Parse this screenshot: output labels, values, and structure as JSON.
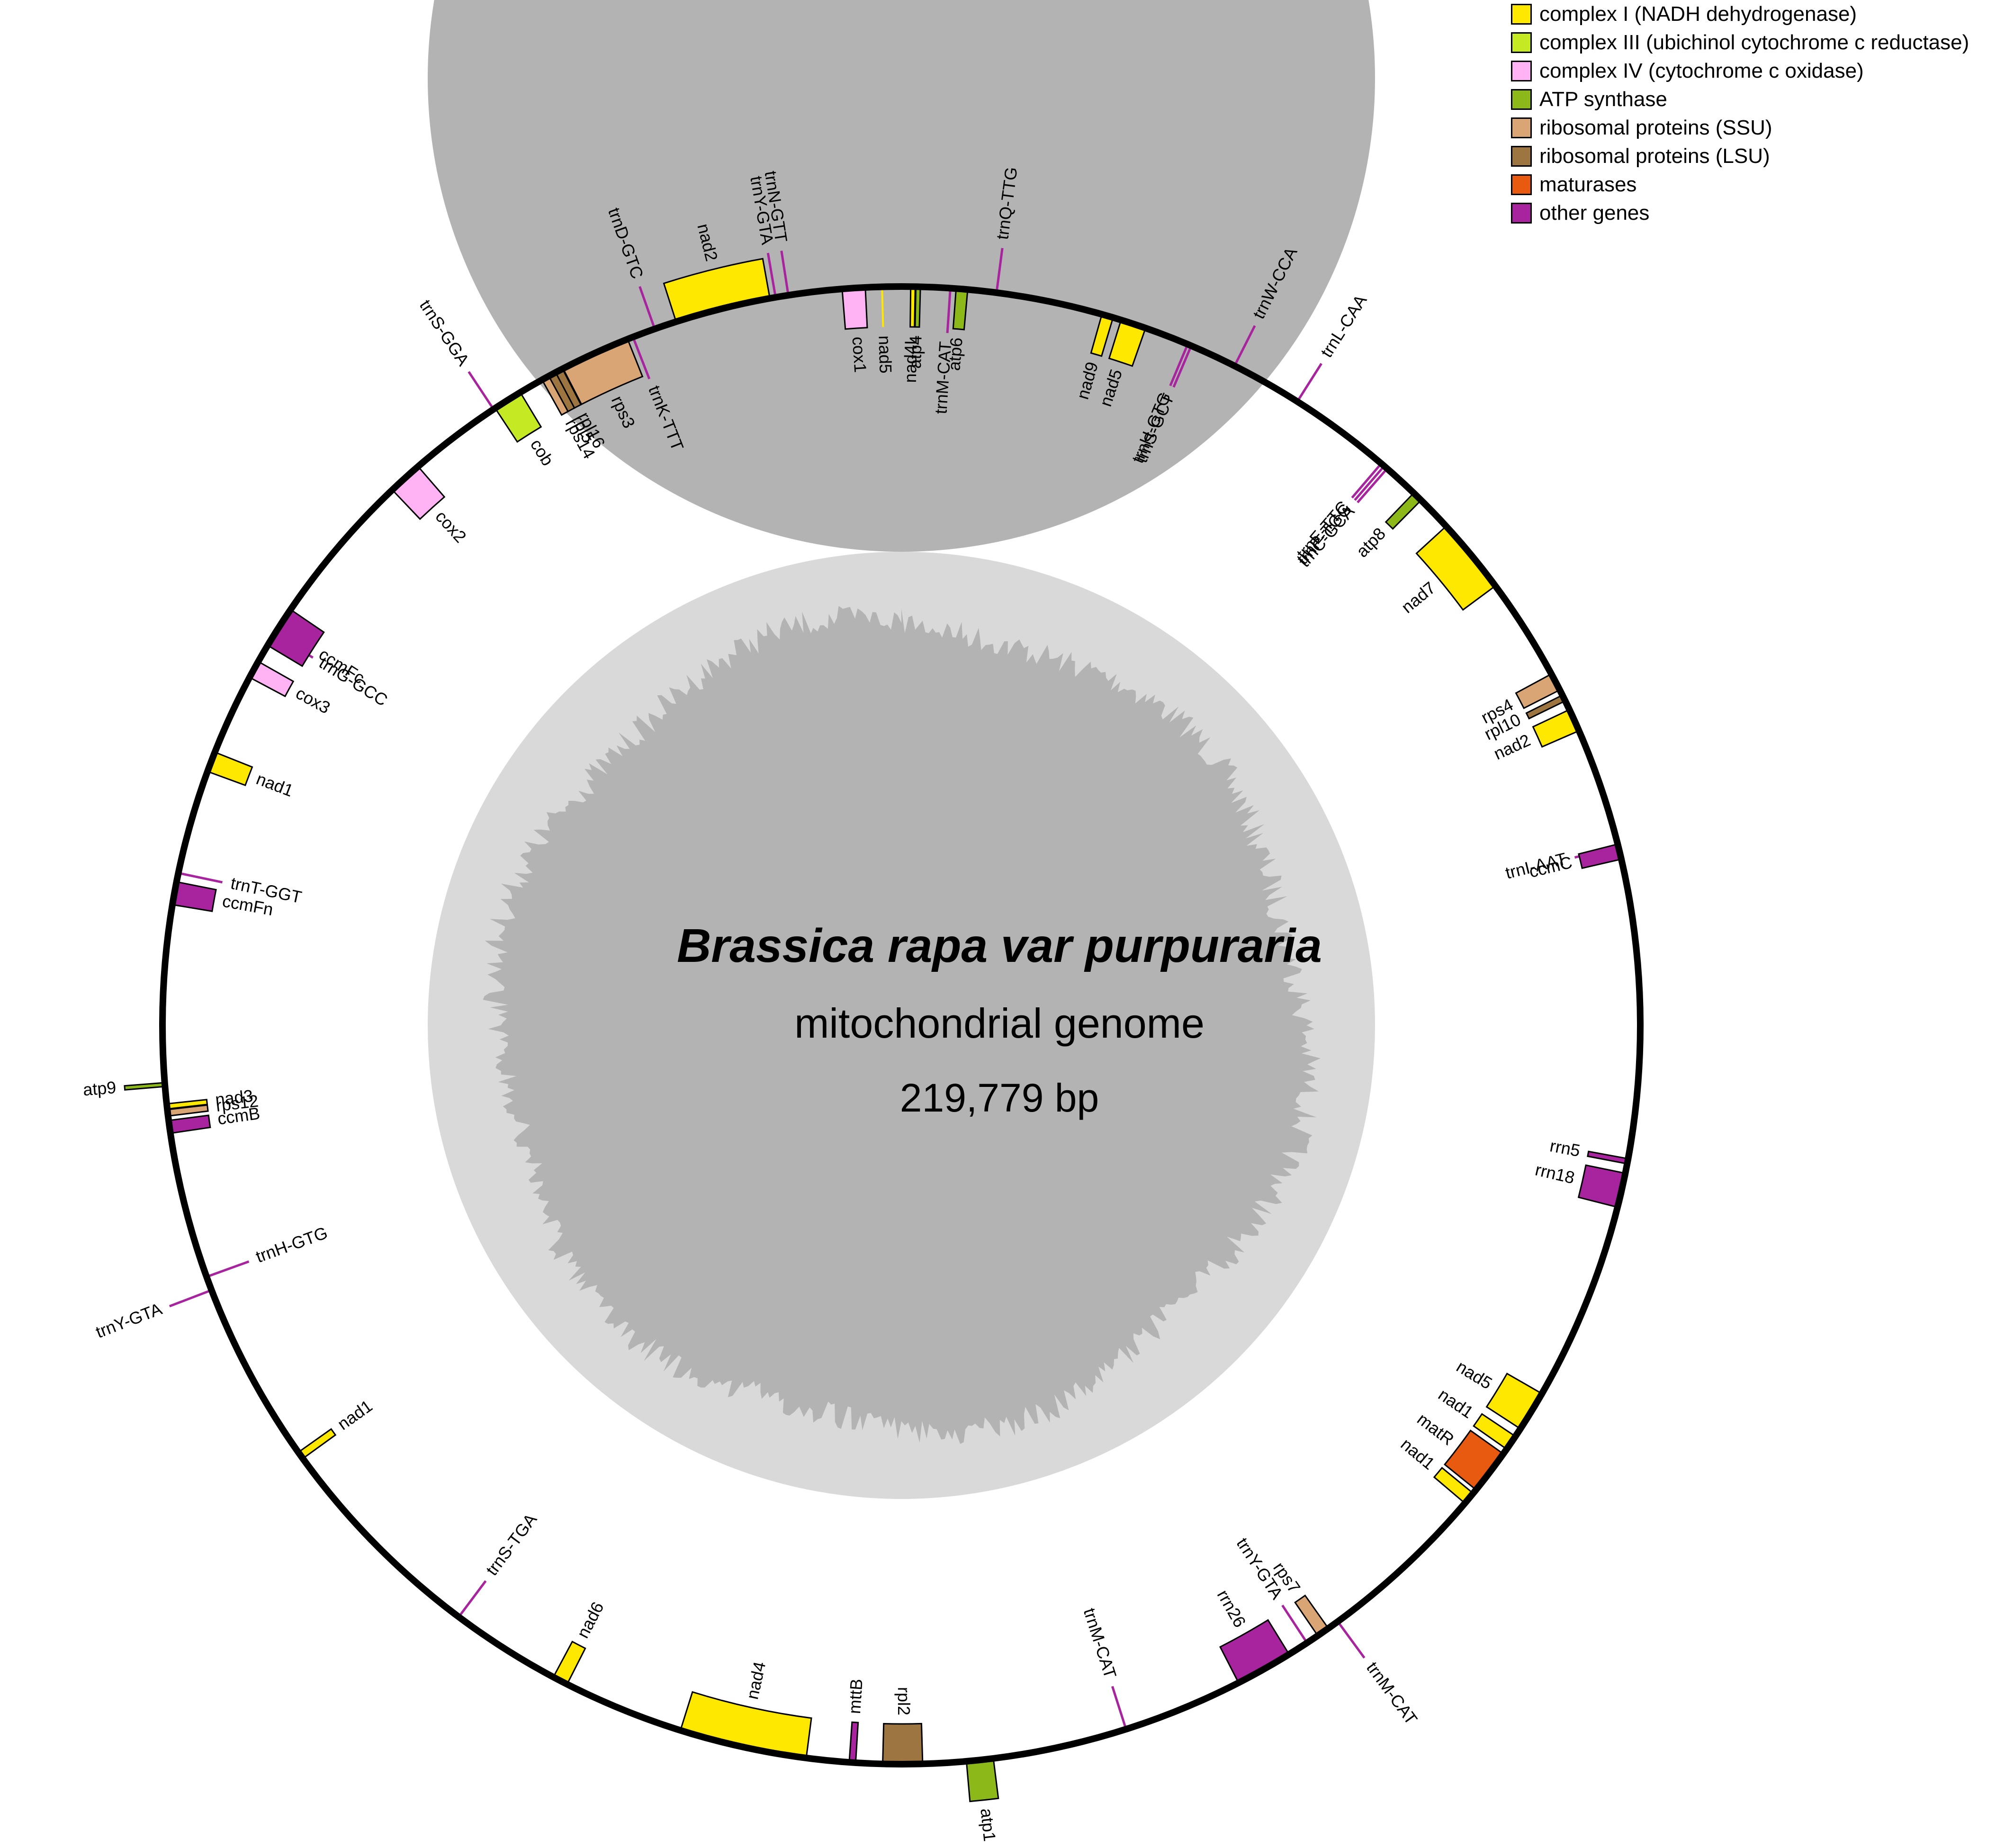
{
  "title": "Brassica rapa var purpuraria",
  "subtitle": "mitochondrial genome",
  "genome_size": "219,779 bp",
  "legend": [
    {
      "label": "complex I (NADH dehydrogenase)",
      "color": "#ffe800"
    },
    {
      "label": "complex III (ubichinol cytochrome c reductase)",
      "color": "#c5ea23"
    },
    {
      "label": "complex IV (cytochrome c oxidase)",
      "color": "#ffb3f5"
    },
    {
      "label": "ATP synthase",
      "color": "#8cb919"
    },
    {
      "label": "ribosomal proteins (SSU)",
      "color": "#d9a574"
    },
    {
      "label": "ribosomal proteins (LSU)",
      "color": "#9c7541"
    },
    {
      "label": "maturases",
      "color": "#e85a10"
    },
    {
      "label": "other genes",
      "color": "#a8249e"
    }
  ],
  "colors": {
    "complex_I": "#ffe800",
    "complex_III": "#c5ea23",
    "complex_IV": "#ffb3f5",
    "atp": "#8cb919",
    "ssu": "#d9a574",
    "lsu": "#9c7541",
    "maturase": "#e85a10",
    "other": "#a8249e",
    "gc_dark": "#b3b3b3",
    "gc_light": "#d9d9d9"
  },
  "genes": [
    {
      "name": "cox1",
      "angle": 356.3,
      "span": 1.8,
      "side": "in",
      "cat": "complex_IV"
    },
    {
      "name": "nad5",
      "angle": 358.5,
      "span": 0.1,
      "side": "in",
      "cat": "complex_I"
    },
    {
      "name": "nad4L",
      "angle": 0.9,
      "span": 0.35,
      "side": "in",
      "cat": "complex_I"
    },
    {
      "name": "atp4",
      "angle": 1.3,
      "span": 0.35,
      "side": "in",
      "cat": "atp"
    },
    {
      "name": "trnM-CAT",
      "angle": 3.8,
      "span": 0.15,
      "side": "in",
      "cat": "other"
    },
    {
      "name": "atp6",
      "angle": 4.7,
      "span": 0.9,
      "side": "in",
      "cat": "atp"
    },
    {
      "name": "trnQ-TTG",
      "angle": 7.4,
      "span": 0.15,
      "side": "out",
      "cat": "other"
    },
    {
      "name": "nad9",
      "angle": 16.2,
      "span": 0.9,
      "side": "in",
      "cat": "complex_I"
    },
    {
      "name": "nad5",
      "angle": 18.3,
      "span": 2.0,
      "side": "in",
      "cat": "complex_I"
    },
    {
      "name": "trnH-GTG",
      "angle": 22.8,
      "span": 0.1,
      "side": "in",
      "cat": "other"
    },
    {
      "name": "trnS-GCT",
      "angle": 23.1,
      "span": 0.1,
      "side": "in",
      "cat": "other"
    },
    {
      "name": "trnW-CCA",
      "angle": 26.8,
      "span": 0.15,
      "side": "out",
      "cat": "other"
    },
    {
      "name": "trnL-CAA",
      "angle": 32.4,
      "span": 0.15,
      "side": "out",
      "cat": "other"
    },
    {
      "name": "trnE-TTC",
      "angle": 40.5,
      "span": 0.1,
      "side": "in",
      "cat": "other"
    },
    {
      "name": "trnP-TGG",
      "angle": 40.8,
      "span": 0.1,
      "side": "in",
      "cat": "other"
    },
    {
      "name": "trnC-GCA",
      "angle": 41.1,
      "span": 0.1,
      "side": "in",
      "cat": "other"
    },
    {
      "name": "atp8",
      "angle": 44.3,
      "span": 0.8,
      "side": "in",
      "cat": "atp"
    },
    {
      "name": "nad7",
      "angle": 50.5,
      "span": 6.0,
      "side": "in",
      "cat": "complex_I"
    },
    {
      "name": "rps4",
      "angle": 62.3,
      "span": 1.4,
      "side": "in",
      "cat": "ssu"
    },
    {
      "name": "rpl10",
      "angle": 63.7,
      "span": 0.5,
      "side": "in",
      "cat": "lsu"
    },
    {
      "name": "nad2",
      "angle": 65.6,
      "span": 1.8,
      "side": "in",
      "cat": "complex_I"
    },
    {
      "name": "trnI-AAT",
      "angle": 76.0,
      "span": 0.1,
      "side": "in",
      "cat": "other"
    },
    {
      "name": "ccmC",
      "angle": 76.4,
      "span": 1.2,
      "side": "in",
      "cat": "other"
    },
    {
      "name": "rrn5",
      "angle": 100.6,
      "span": 0.4,
      "side": "in",
      "cat": "other"
    },
    {
      "name": "rrn18",
      "angle": 102.9,
      "span": 2.7,
      "side": "in",
      "cat": "other"
    },
    {
      "name": "nad5",
      "angle": 121.5,
      "span": 3.2,
      "side": "in",
      "cat": "complex_I"
    },
    {
      "name": "nad1",
      "angle": 124.4,
      "span": 1.2,
      "side": "in",
      "cat": "complex_I"
    },
    {
      "name": "matR",
      "angle": 127.2,
      "span": 3.5,
      "side": "in",
      "cat": "maturase"
    },
    {
      "name": "nad1",
      "angle": 129.8,
      "span": 1.0,
      "side": "in",
      "cat": "complex_I"
    },
    {
      "name": "trnM-CAT",
      "angle": 143.8,
      "span": 0.15,
      "side": "out",
      "cat": "other"
    },
    {
      "name": "rps7",
      "angle": 145.2,
      "span": 1.0,
      "side": "in",
      "cat": "ssu"
    },
    {
      "name": "trnY-GTA",
      "angle": 146.7,
      "span": 0.1,
      "side": "in",
      "cat": "other"
    },
    {
      "name": "rrn26",
      "angle": 150.6,
      "span": 4.5,
      "side": "in",
      "cat": "other"
    },
    {
      "name": "trnM-CAT",
      "angle": 162.3,
      "span": 0.15,
      "side": "in",
      "cat": "other"
    },
    {
      "name": "atp1",
      "angle": 173.9,
      "span": 2.1,
      "side": "out",
      "cat": "atp"
    },
    {
      "name": "rpl2",
      "angle": 179.9,
      "span": 3.1,
      "side": "in",
      "cat": "lsu"
    },
    {
      "name": "mttB",
      "angle": 183.8,
      "span": 0.5,
      "side": "in",
      "cat": "other"
    },
    {
      "name": "nad4",
      "angle": 192.4,
      "span": 10.0,
      "side": "in",
      "cat": "complex_I"
    },
    {
      "name": "nad6",
      "angle": 207.5,
      "span": 1.2,
      "side": "in",
      "cat": "complex_I"
    },
    {
      "name": "trnS-TGA",
      "angle": 216.8,
      "span": 0.15,
      "side": "in",
      "cat": "other"
    },
    {
      "name": "nad1",
      "angle": 234.4,
      "span": 0.6,
      "side": "in",
      "cat": "complex_I"
    },
    {
      "name": "trnY-GTA",
      "angle": 249.0,
      "span": 0.15,
      "side": "out",
      "cat": "other"
    },
    {
      "name": "trnH-GTG",
      "angle": 250.1,
      "span": 0.15,
      "side": "in",
      "cat": "other"
    },
    {
      "name": "ccmB",
      "angle": 262.1,
      "span": 1.0,
      "side": "in",
      "cat": "other"
    },
    {
      "name": "rps12",
      "angle": 263.2,
      "span": 0.5,
      "side": "in",
      "cat": "ssu"
    },
    {
      "name": "nad3",
      "angle": 263.7,
      "span": 0.4,
      "side": "in",
      "cat": "complex_I"
    },
    {
      "name": "atp9",
      "angle": 265.4,
      "span": 0.3,
      "side": "out",
      "cat": "atp"
    },
    {
      "name": "ccmFn",
      "angle": 280.3,
      "span": 1.8,
      "side": "in",
      "cat": "other"
    },
    {
      "name": "trnT-GGT",
      "angle": 281.9,
      "span": 0.15,
      "side": "in",
      "cat": "other"
    },
    {
      "name": "nad1",
      "angle": 290.9,
      "span": 1.6,
      "side": "in",
      "cat": "complex_I"
    },
    {
      "name": "cox3",
      "angle": 298.8,
      "span": 1.4,
      "side": "in",
      "cat": "complex_IV"
    },
    {
      "name": "trnG-GCC",
      "angle": 302.0,
      "span": 0.15,
      "side": "in",
      "cat": "other"
    },
    {
      "name": "ccmFc",
      "angle": 302.6,
      "span": 3.3,
      "side": "in",
      "cat": "other"
    },
    {
      "name": "cox2",
      "angle": 317.8,
      "span": 2.7,
      "side": "in",
      "cat": "complex_IV"
    },
    {
      "name": "trnS-GGA",
      "angle": 326.5,
      "span": 0.15,
      "side": "out",
      "cat": "other"
    },
    {
      "name": "cob",
      "angle": 327.8,
      "span": 2.3,
      "side": "in",
      "cat": "complex_III"
    },
    {
      "name": "rps14",
      "angle": 331.2,
      "span": 0.6,
      "side": "in",
      "cat": "ssu"
    },
    {
      "name": "rpl5",
      "angle": 331.8,
      "span": 0.6,
      "side": "in",
      "cat": "lsu"
    },
    {
      "name": "rpl16",
      "angle": 332.4,
      "span": 0.6,
      "side": "in",
      "cat": "lsu"
    },
    {
      "name": "rps3",
      "angle": 335.5,
      "span": 5.5,
      "side": "in",
      "cat": "ssu"
    },
    {
      "name": "trnK-TTT",
      "angle": 338.7,
      "span": 0.15,
      "side": "in",
      "cat": "other"
    },
    {
      "name": "trnD-GTC",
      "angle": 340.5,
      "span": 0.15,
      "side": "out",
      "cat": "other"
    },
    {
      "name": "nad2",
      "angle": 346.0,
      "span": 7.5,
      "side": "out",
      "cat": "complex_I"
    },
    {
      "name": "trnY-GTA",
      "angle": 350.2,
      "span": 0.15,
      "side": "out",
      "cat": "other"
    },
    {
      "name": "trnN-GTT",
      "angle": 351.2,
      "span": 0.15,
      "side": "out",
      "cat": "other"
    }
  ]
}
